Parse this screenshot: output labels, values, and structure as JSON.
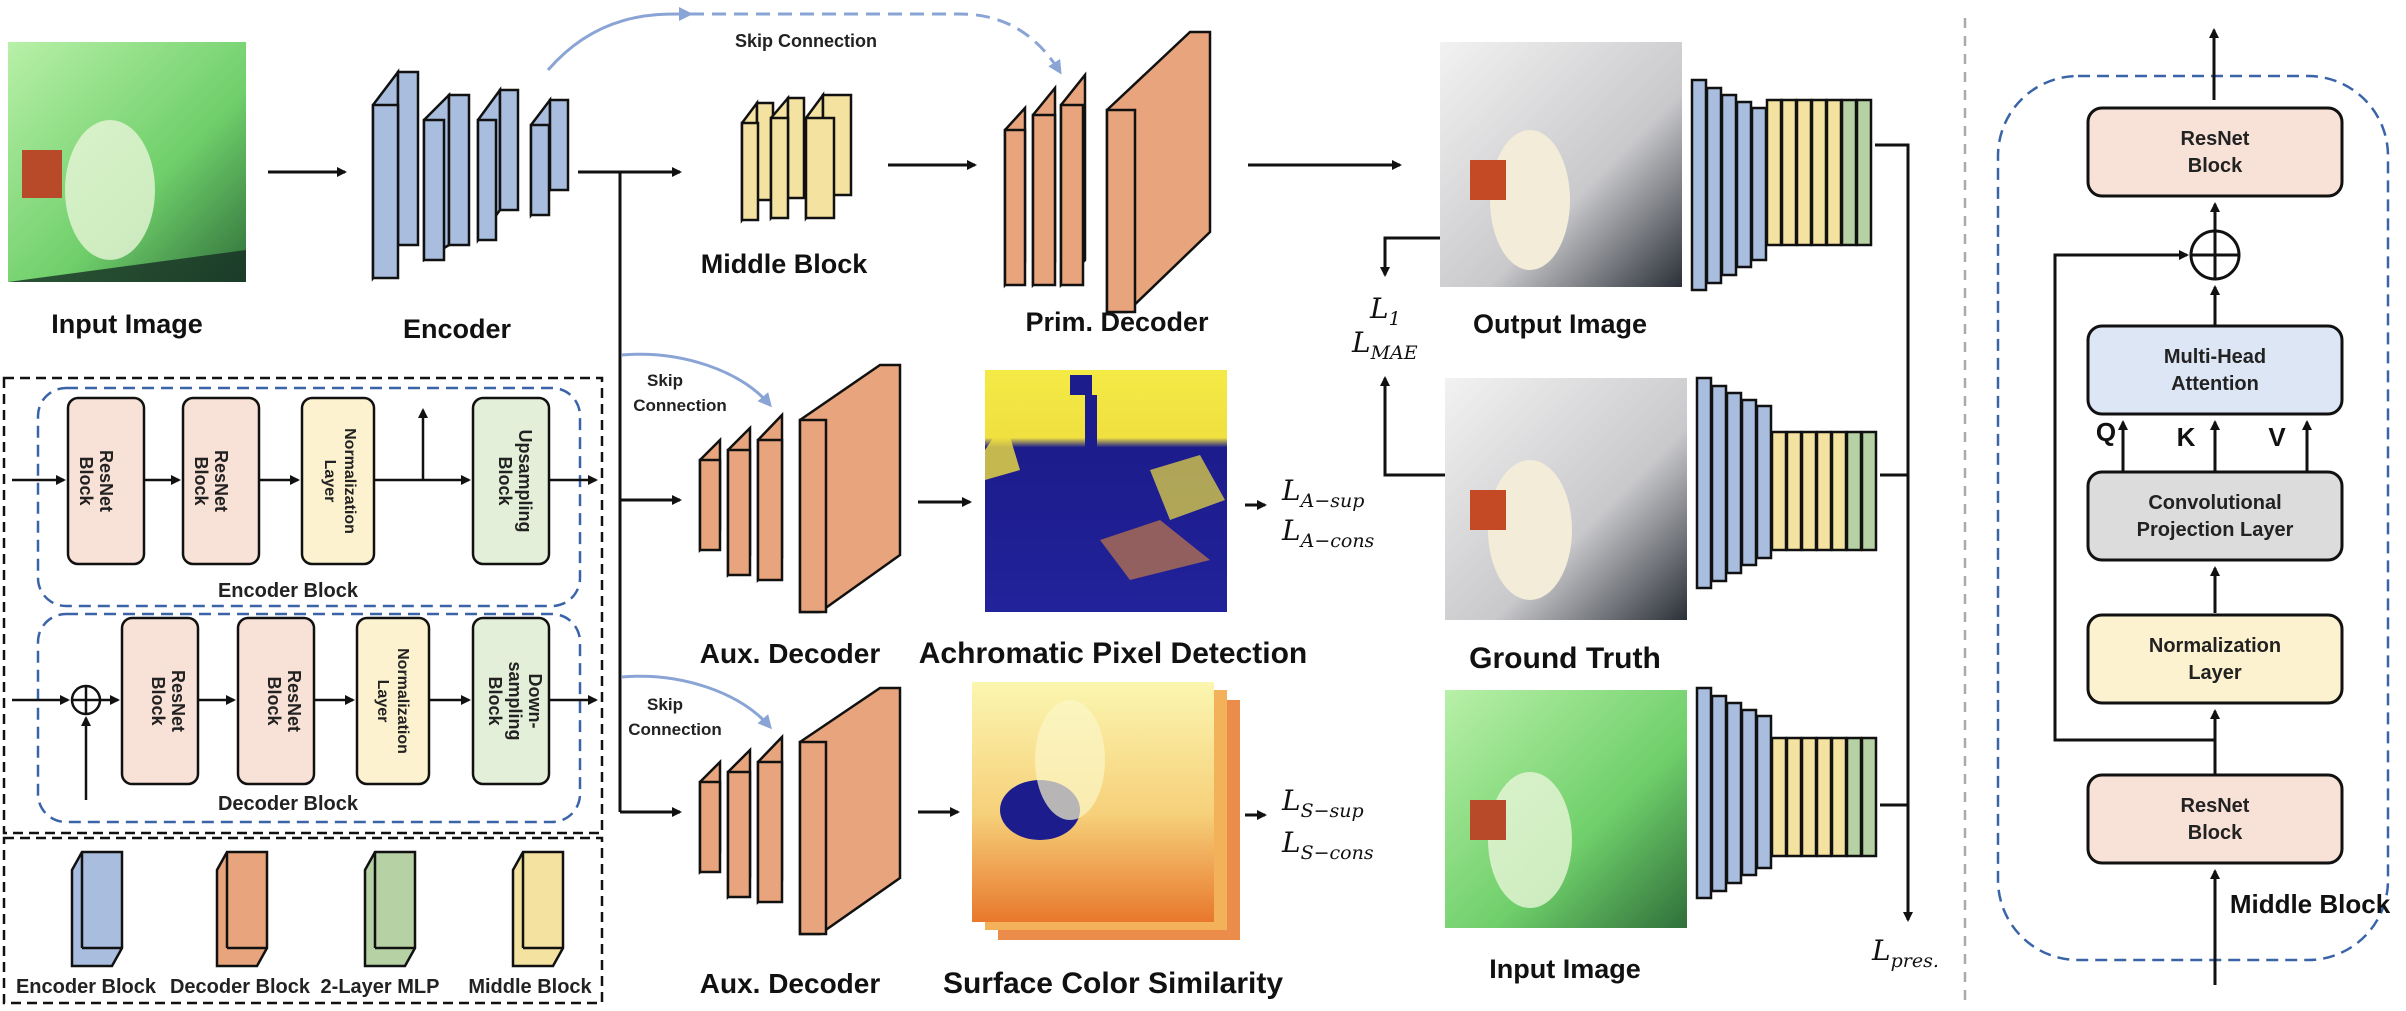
{
  "colors": {
    "encoder": "#a9bedf",
    "decoder": "#e8a47c",
    "mlp": "#b6d2a4",
    "middle": "#f4e2a0",
    "resnet_fill": "#f8e1d6",
    "norm_fill": "#fdf2cf",
    "sample_fill": "#e3efd9",
    "attn_fill": "#dde6f5",
    "proj_fill": "#dcdcdc",
    "skip_arrow": "#8aa4d6",
    "dashed_blue": "#3a64a8"
  },
  "main": {
    "input_image": "Input Image",
    "encoder": "Encoder",
    "skip_connection": "Skip Connection",
    "middle_block": "Middle Block",
    "prim_decoder": "Prim. Decoder",
    "aux_decoder_1": "Aux. Decoder",
    "aux_decoder_2": "Aux. Decoder",
    "skip_connection_2": [
      "Skip",
      "Connection"
    ],
    "skip_connection_3": [
      "Skip",
      "Connection"
    ],
    "achromatic": "Achromatic Pixel Detection",
    "surface": "Surface Color Similarity",
    "output_image": "Output Image",
    "ground_truth": "Ground Truth",
    "input_image_2": "Input Image"
  },
  "losses": {
    "l1": "L",
    "l1_sub": "1",
    "lmae": "L",
    "lmae_sub": "MAE",
    "la_sup": "L",
    "la_sup_sub": "A−sup",
    "la_cons": "L",
    "la_cons_sub": "A−cons",
    "ls_sup": "L",
    "ls_sup_sub": "S−sup",
    "ls_cons": "L",
    "ls_cons_sub": "S−cons",
    "lpres": "L",
    "lpres_sub": "pres."
  },
  "encoder_block": {
    "title": "Encoder Block",
    "boxes": [
      [
        "ResNet",
        "Block"
      ],
      [
        "ResNet",
        "Block"
      ],
      [
        "Normalization",
        "Layer"
      ],
      [
        "Upsampling",
        "Block"
      ]
    ]
  },
  "decoder_block": {
    "title": "Decoder Block",
    "boxes": [
      [
        "ResNet",
        "Block"
      ],
      [
        "ResNet",
        "Block"
      ],
      [
        "Normalization",
        "Layer"
      ],
      [
        "Down-",
        "sampling",
        "Block"
      ]
    ]
  },
  "legend": [
    {
      "label": "Encoder Block",
      "color_key": "encoder"
    },
    {
      "label": "Decoder Block",
      "color_key": "decoder"
    },
    {
      "label": "2-Layer MLP",
      "color_key": "mlp"
    },
    {
      "label": "Middle Block",
      "color_key": "middle"
    }
  ],
  "middle_panel": {
    "title": "Middle Block",
    "resnet_top": [
      "ResNet",
      "Block"
    ],
    "attention": [
      "Multi-Head",
      "Attention"
    ],
    "q": "Q",
    "k": "K",
    "v": "V",
    "projection": [
      "Convolutional",
      "Projection Layer"
    ],
    "normalization": [
      "Normalization",
      "Layer"
    ],
    "resnet_bottom": [
      "ResNet",
      "Block"
    ]
  }
}
